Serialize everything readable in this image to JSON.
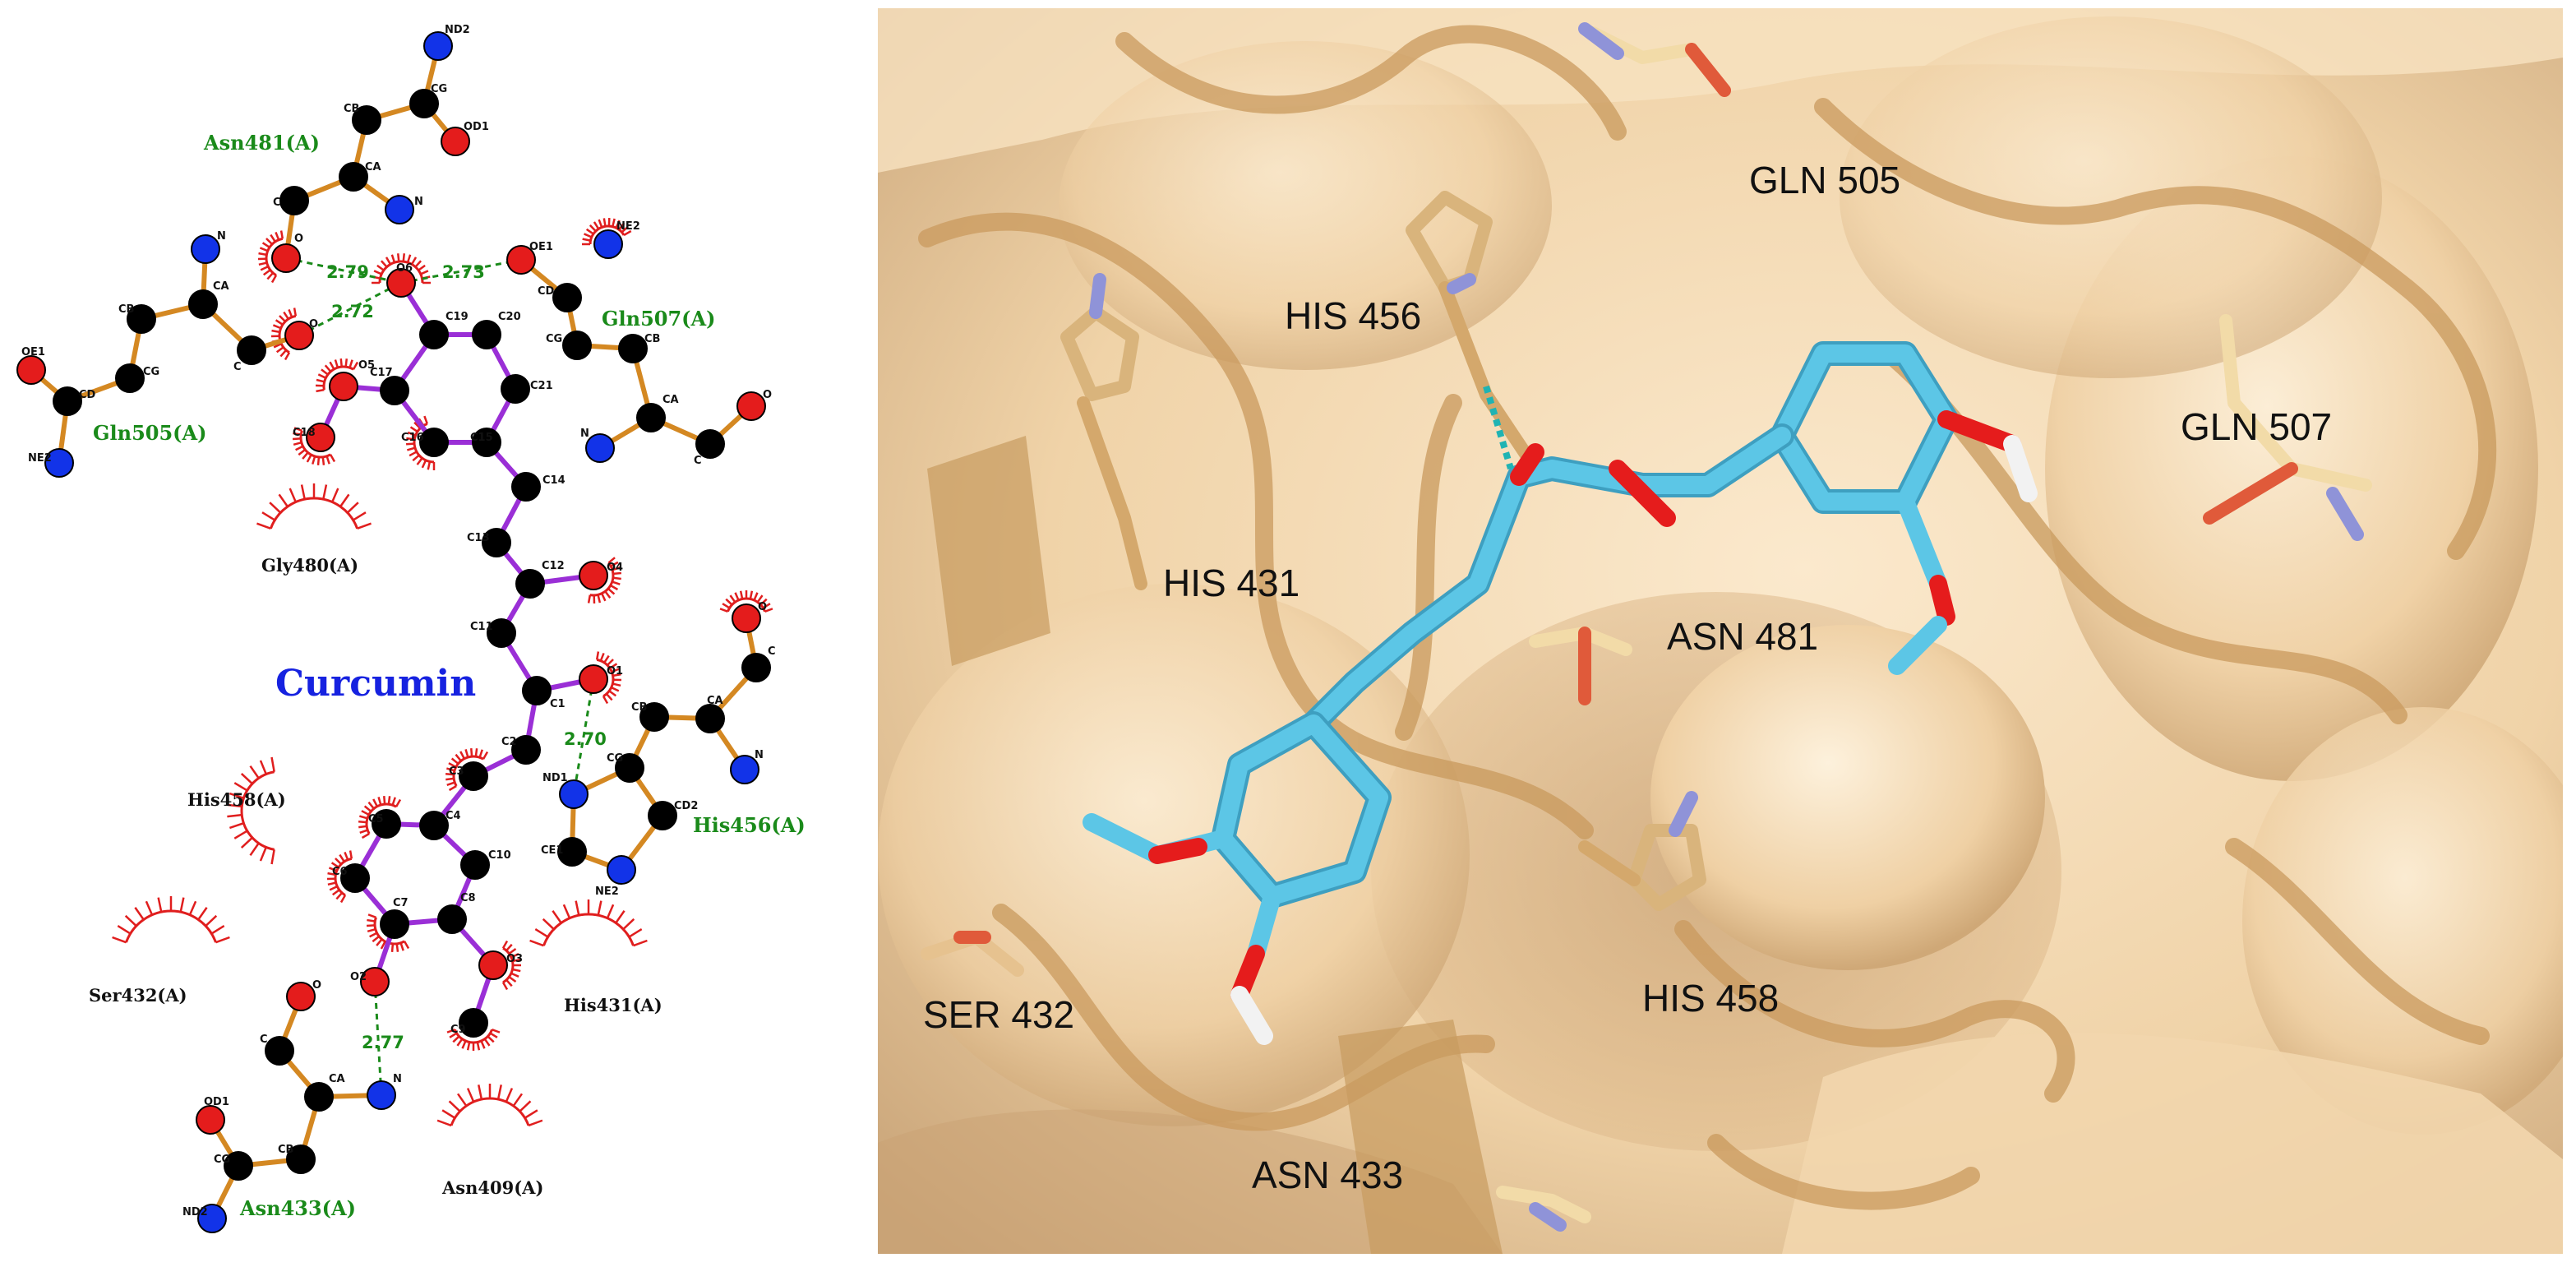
{
  "colors": {
    "ligand_bond": "#9a2fd6",
    "residue_bond": "#d48822",
    "hbond": "#1a8a1a",
    "carbon": "#000000",
    "oxygen": "#e41c1c",
    "nitrogen": "#1233e8",
    "hydrophobic": "#e01e1e",
    "title": "#1622e0",
    "hbond_residue_label": "#1a8a1a",
    "surface": "#f3d9b1",
    "ribbon": "#cfa062",
    "ligand_stick": "#5cc6e6"
  },
  "ligand_2d": {
    "name": "Curcumin",
    "atoms": [
      "O6",
      "O5",
      "C17",
      "C18",
      "C19",
      "C20",
      "C21",
      "C16",
      "C15",
      "C14",
      "C13",
      "C12",
      "O4",
      "C11",
      "C1",
      "O1",
      "C2",
      "C3",
      "C4",
      "C5",
      "C6",
      "C7",
      "C8",
      "C10",
      "O2",
      "O3",
      "C9"
    ]
  },
  "hbond_distances": [
    "2.79",
    "2.73",
    "2.72",
    "2.70",
    "2.77"
  ],
  "hbond_residues": [
    {
      "name": "Asn481(A)",
      "atoms": [
        "ND2",
        "CG",
        "OD1",
        "CB",
        "CA",
        "N",
        "C",
        "O"
      ]
    },
    {
      "name": "Gln505(A)",
      "atoms": [
        "N",
        "CA",
        "CB",
        "CG",
        "CD",
        "OE1",
        "NE2",
        "C",
        "O"
      ]
    },
    {
      "name": "Gln507(A)",
      "atoms": [
        "OE1",
        "NE2",
        "CD",
        "CG",
        "CB",
        "CA",
        "N",
        "C",
        "O"
      ]
    },
    {
      "name": "His456(A)",
      "atoms": [
        "ND1",
        "CG",
        "CB",
        "CA",
        "C",
        "O",
        "N",
        "CD2",
        "CE1",
        "NE2"
      ]
    },
    {
      "name": "Asn433(A)",
      "atoms": [
        "N",
        "CA",
        "C",
        "O",
        "CB",
        "CG",
        "OD1",
        "ND2"
      ]
    }
  ],
  "hydrophobic_residues": [
    "Gly480(A)",
    "His458(A)",
    "Ser432(A)",
    "His431(A)",
    "Asn409(A)"
  ],
  "labels_3d": [
    "GLN 505",
    "HIS 456",
    "GLN 507",
    "HIS 431",
    "ASN 481",
    "SER 432",
    "HIS 458",
    "ASN 433"
  ]
}
